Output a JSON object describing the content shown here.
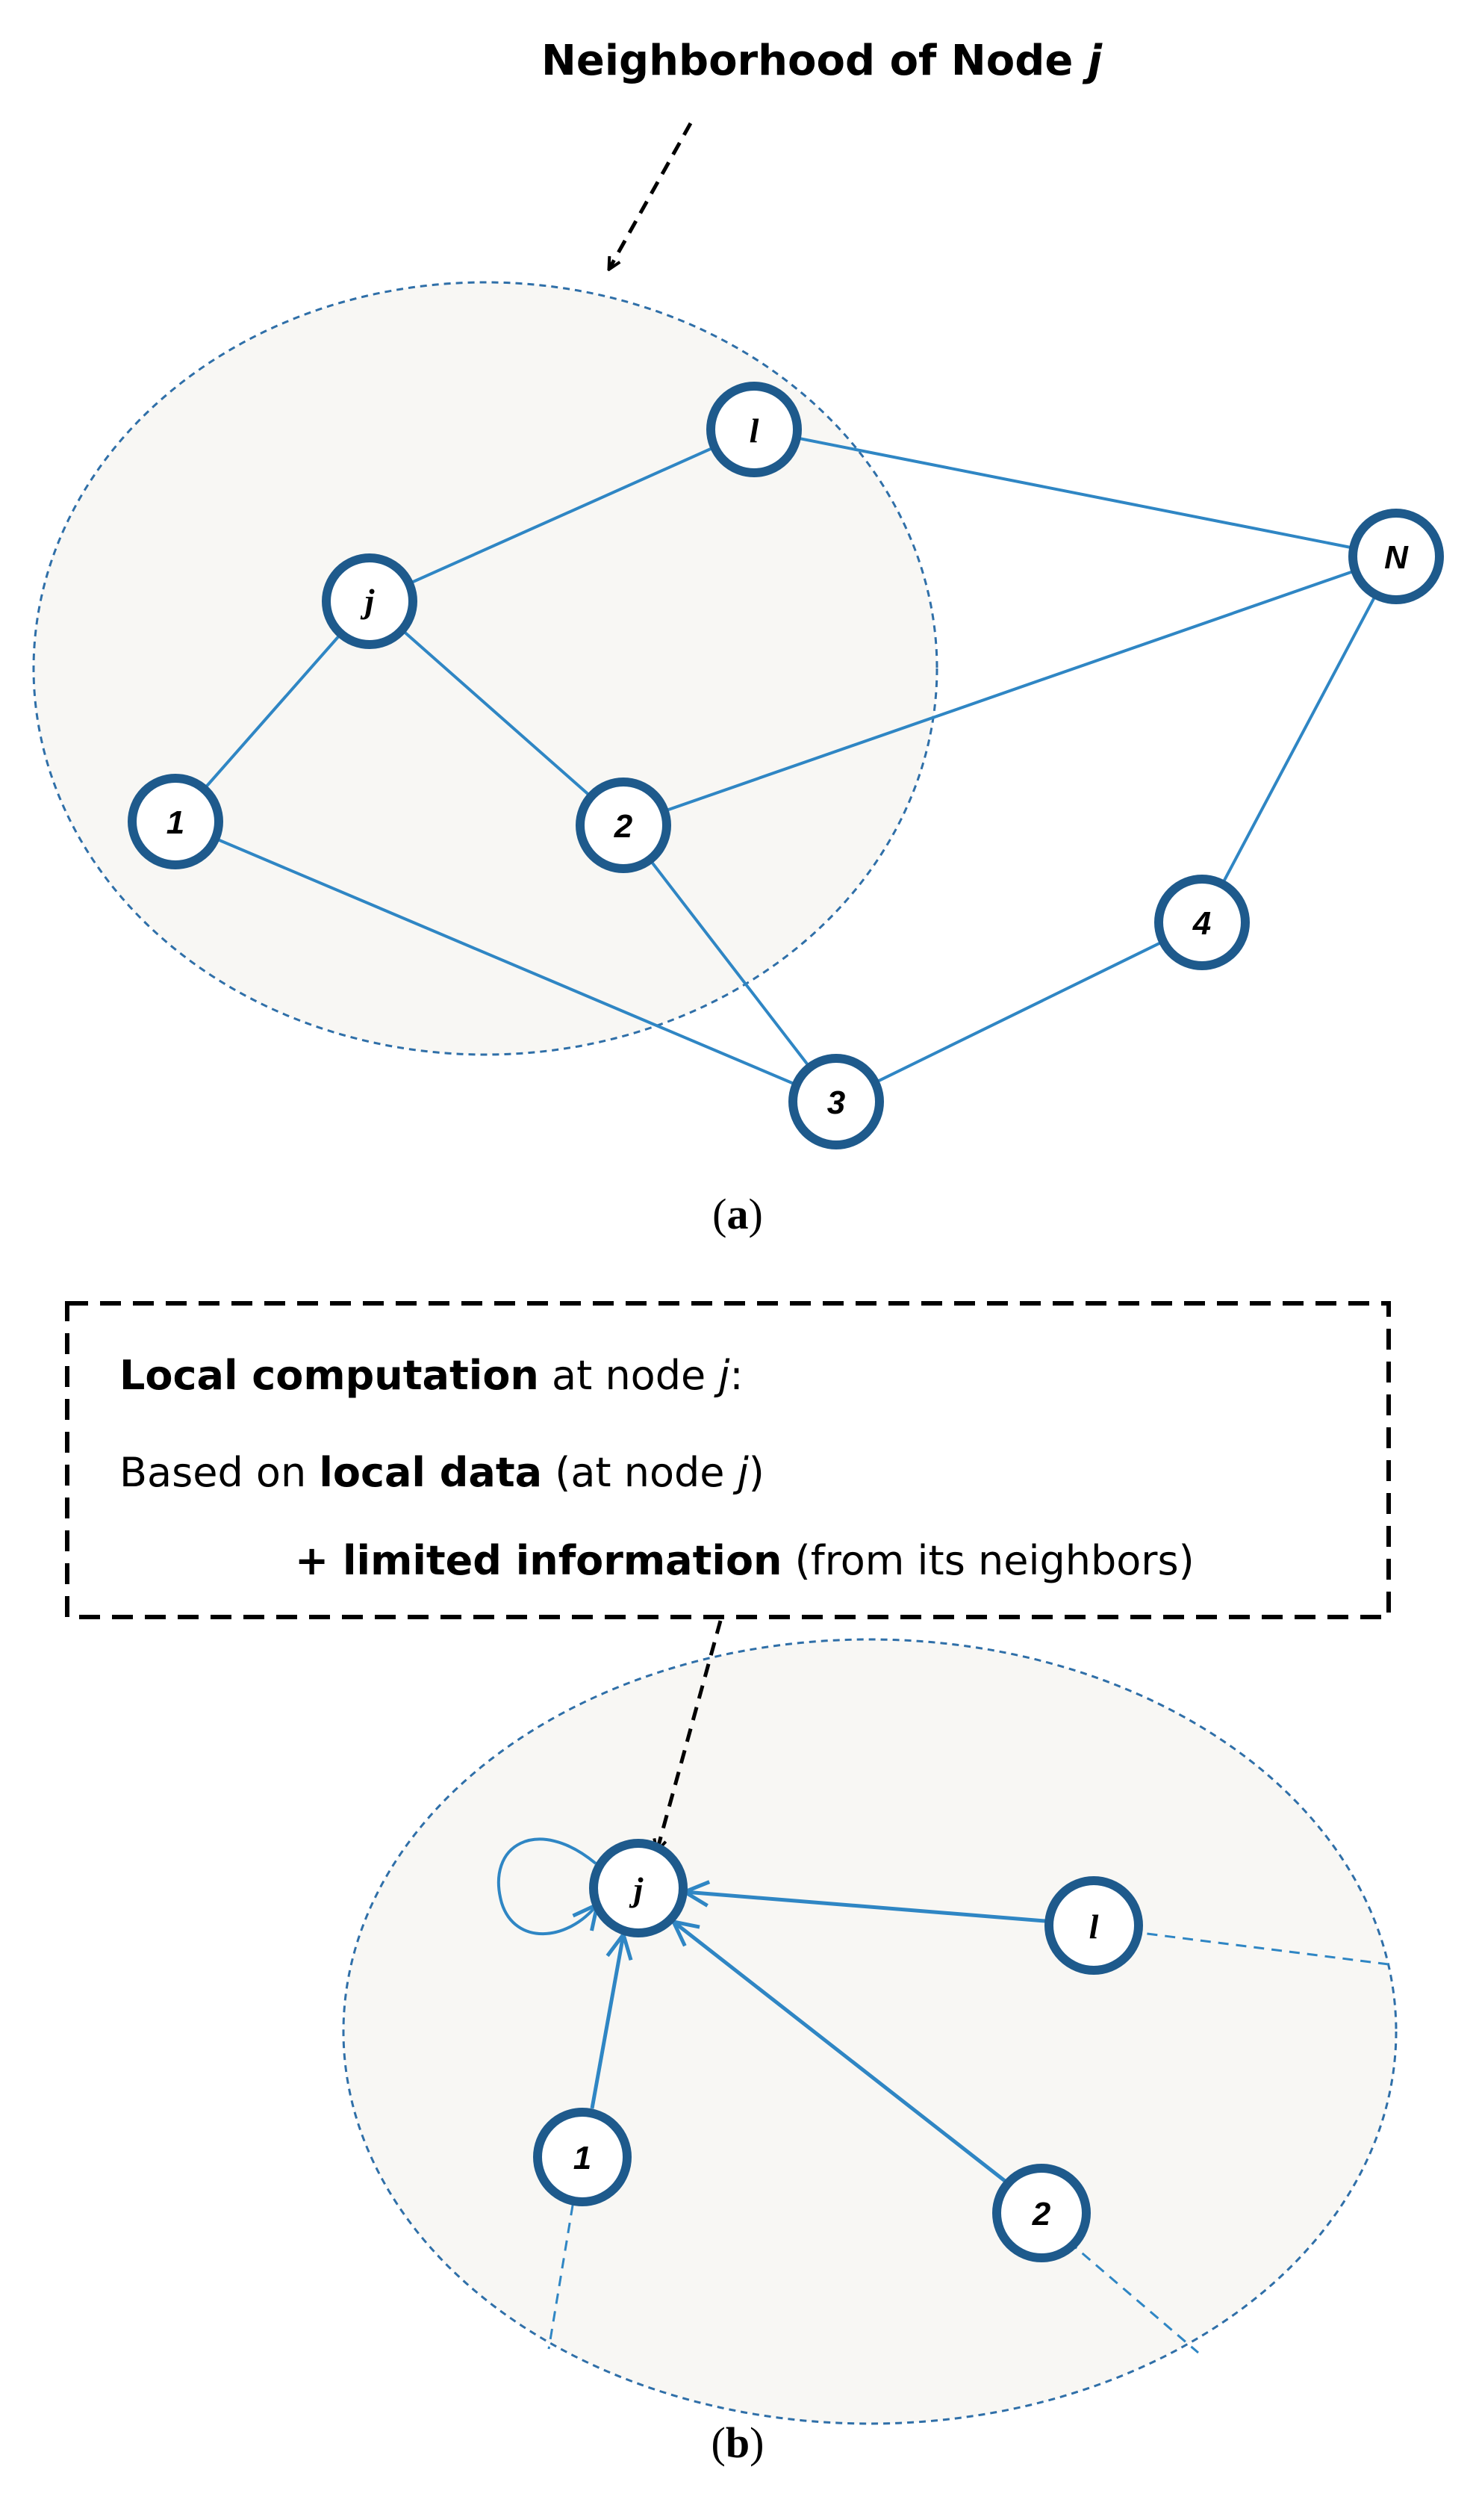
{
  "panel_a": {
    "title_prefix": "Neighborhood of Node ",
    "title_var": "j",
    "caption_open": "(",
    "caption_letter": "a",
    "caption_close": ")",
    "nodes": {
      "l": "l",
      "N": "N",
      "j": "j",
      "n1": "1",
      "n2": "2",
      "n3": "3",
      "n4": "4"
    }
  },
  "panel_b": {
    "box_line1_bold": "Local computation",
    "box_line1_mid": " at node ",
    "box_line1_var": "j",
    "box_line1_end": ":",
    "box_line2_start": "Based on ",
    "box_line2_bold": "local data",
    "box_line2_mid": " (at node ",
    "box_line2_var": "j",
    "box_line2_end": ")",
    "box_line3_plus": "+ ",
    "box_line3_bold": "limited information",
    "box_line3_end": " (from its neighbors)",
    "caption_open": "(",
    "caption_letter": "b",
    "caption_close": ")",
    "nodes": {
      "j": "j",
      "l": "l",
      "n1": "1",
      "n2": "2"
    }
  },
  "colors": {
    "edge": "#2f86c4",
    "node_stroke": "#1e5a8c",
    "neighborhood_fill": "#f8f7f4",
    "neighborhood_stroke": "#2f6fa8",
    "arrow": "#000000"
  }
}
